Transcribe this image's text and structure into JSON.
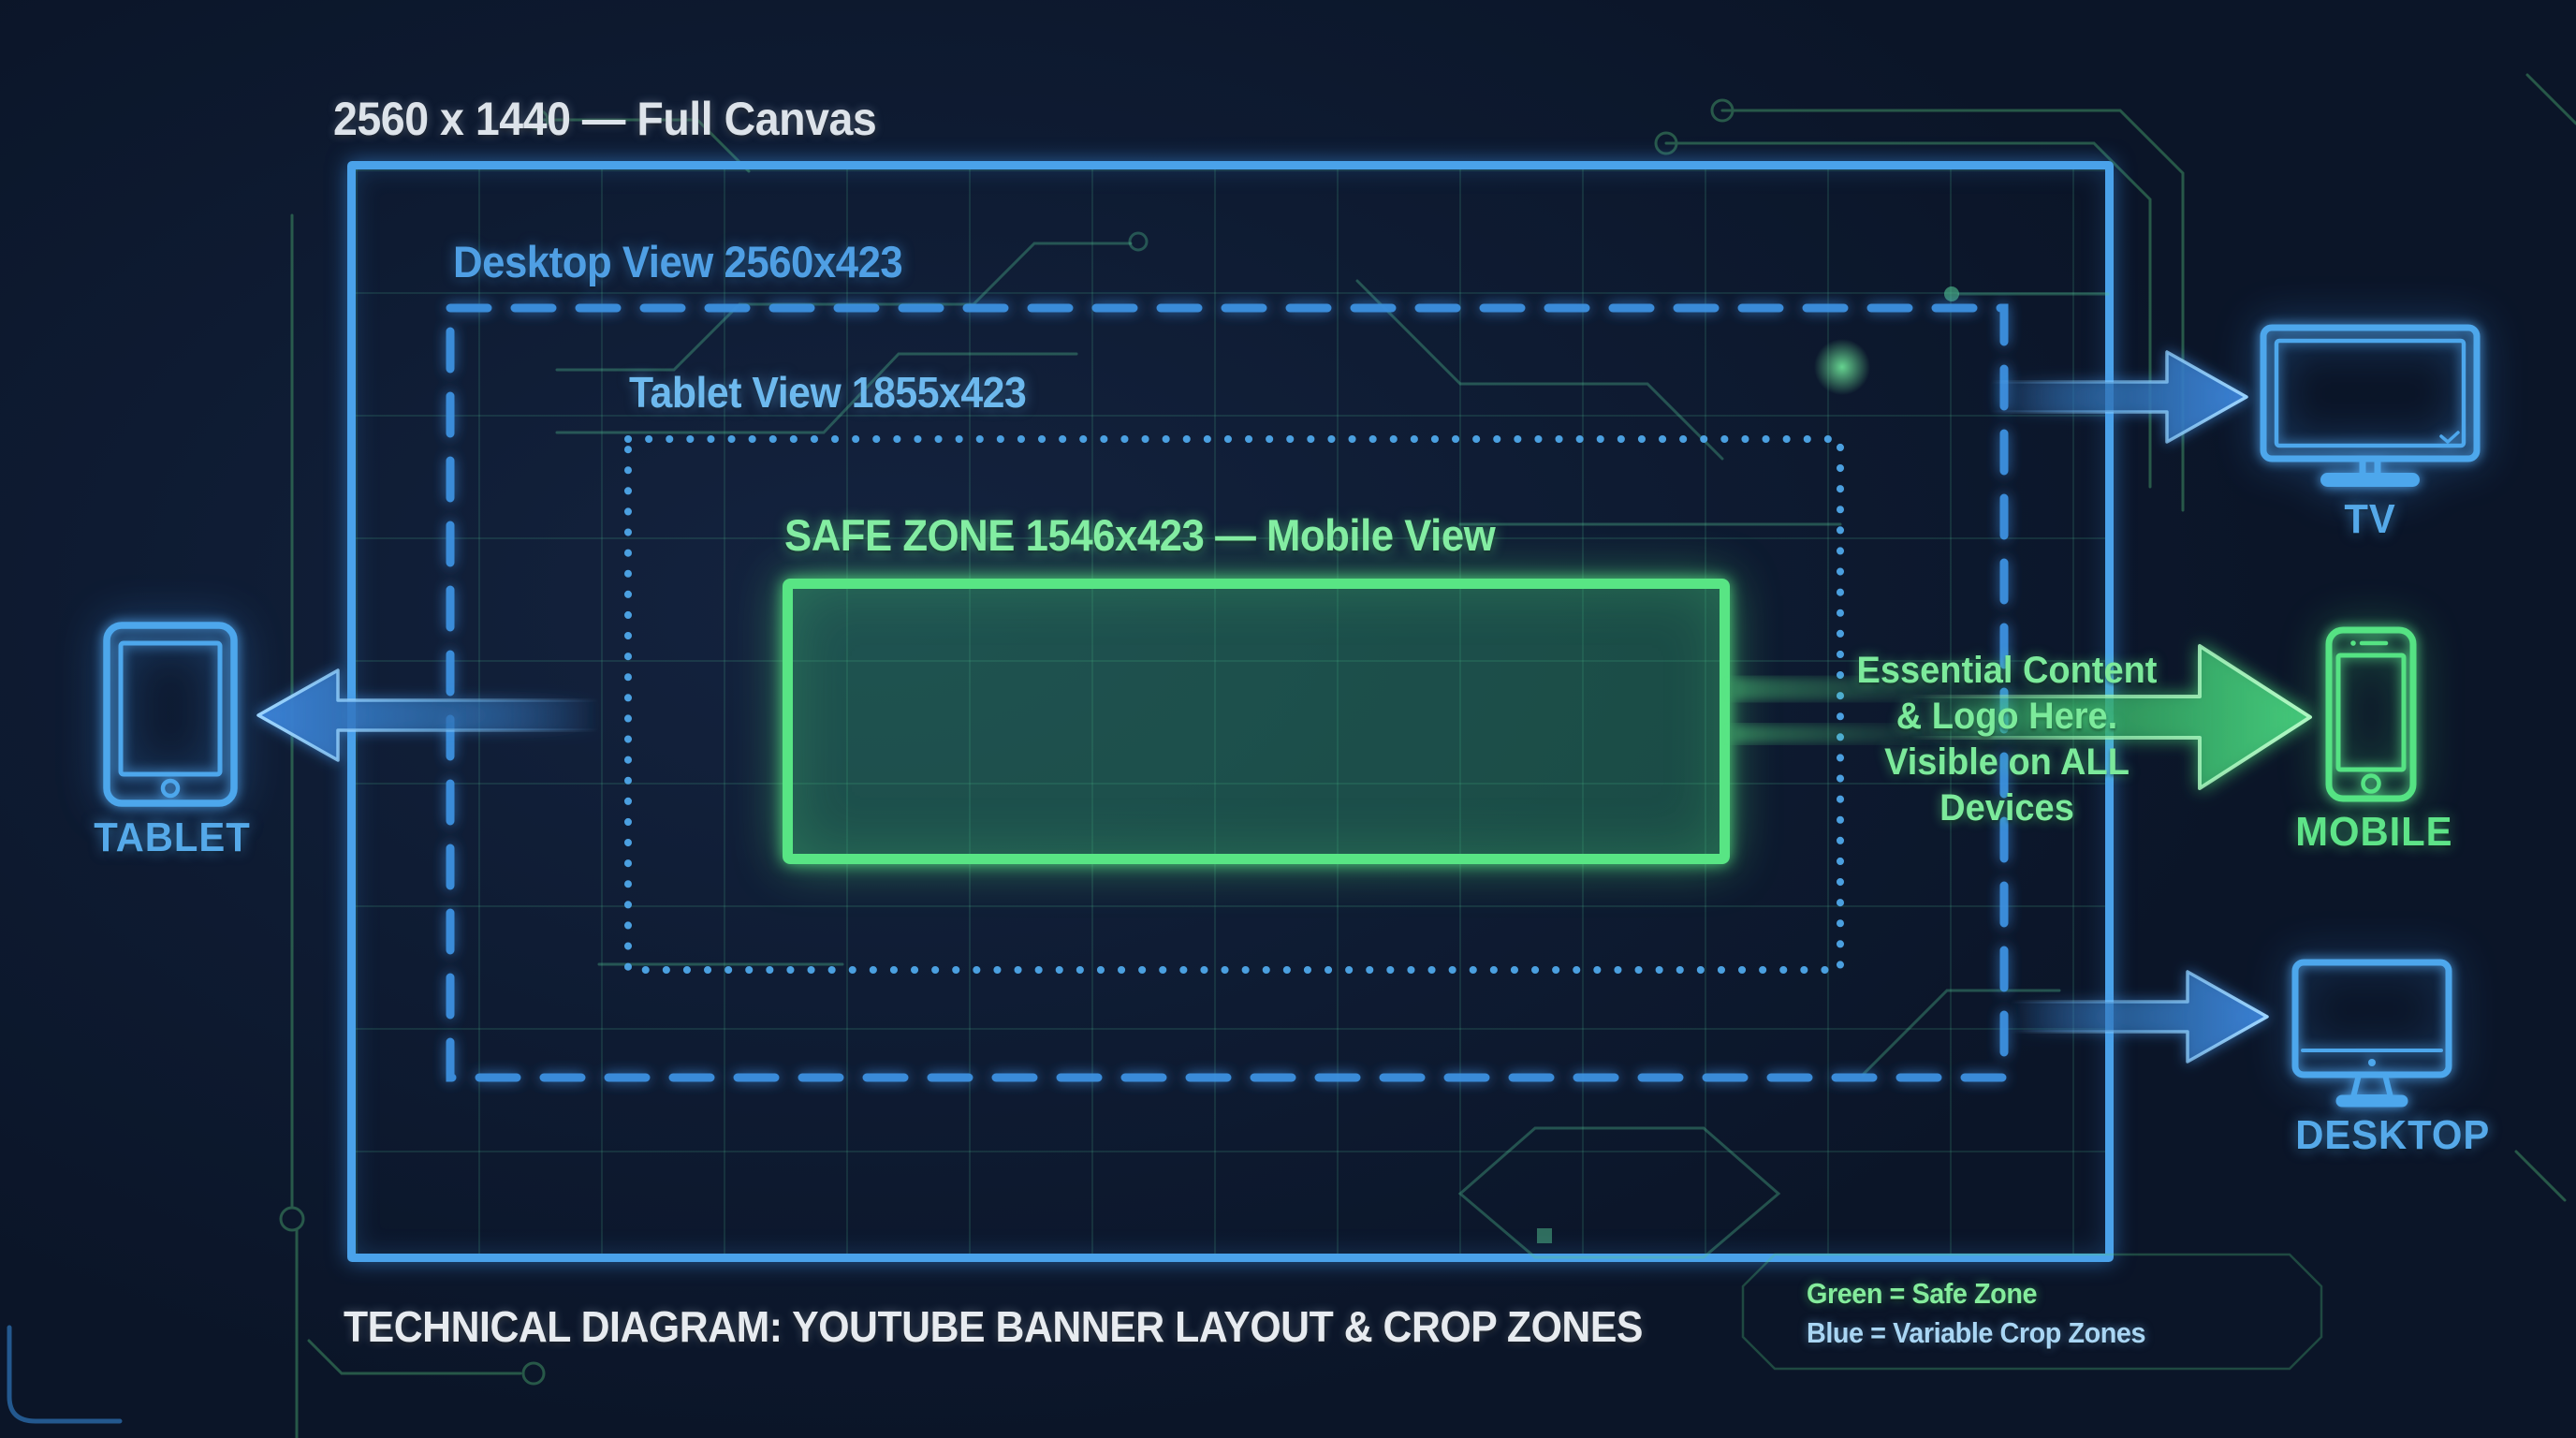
{
  "title": "2560 x 1440 — Full Canvas",
  "zones": {
    "desktop_label": "Desktop View 2560x423",
    "tablet_label": "Tablet View 1855x423",
    "safe_label": "SAFE ZONE 1546x423 — Mobile View"
  },
  "annotation": {
    "line1": "Essential Content",
    "line2": "& Logo Here.",
    "line3": "Visible on ALL Devices"
  },
  "devices": {
    "tv_label": "TV",
    "mobile_label": "MOBILE",
    "desktop_label": "DESKTOP",
    "tablet_label": "TABLET"
  },
  "footer": "TECHNICAL DIAGRAM: YOUTUBE BANNER LAYOUT & CROP ZONES",
  "legend": {
    "green": "Green = Safe Zone",
    "blue": "Blue = Variable Crop Zones"
  },
  "colors": {
    "background": "#0e1b32",
    "canvas_border_blue": "#4aa2ea",
    "crop_zone_blue": "#3e92e2",
    "safe_zone_green": "#58e584",
    "green_text": "#7cea9b",
    "blue_text": "#4f9fe4",
    "title_text": "#dde3ea"
  }
}
